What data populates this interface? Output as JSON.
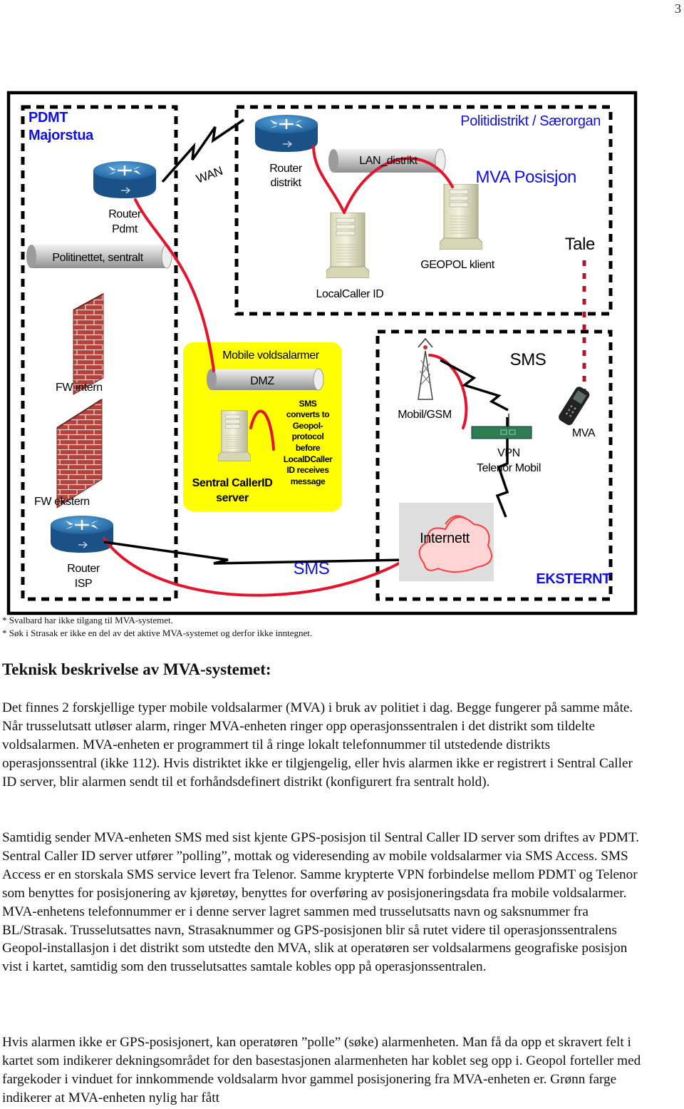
{
  "page_number": "3",
  "diagram": {
    "pdmt_title_line1": "PDMT",
    "pdmt_title_line2": "Majorstua",
    "district_title": "Politidistrikt / Særorgan",
    "mva_posisjon": "MVA Posisjon",
    "wan": "WAN",
    "router_distrikt_line1": "Router",
    "router_distrikt_line2": "distrikt",
    "lan_distrikt": "LAN_distrikt",
    "router_pdmt_line1": "Router",
    "router_pdmt_line2": "Pdmt",
    "politinettet": "Politinettet, sentralt",
    "geopol_klient": "GEOPOL klient",
    "tale": "Tale",
    "localcaller": "LocalCaller ID",
    "mobile_voldsalarmer": "Mobile voldsalarmer",
    "dmz": "DMZ",
    "sms_note": [
      "SMS",
      "converts to",
      "Geopol-",
      "protocol",
      "before",
      "LocalDCaller",
      "ID receives",
      "message"
    ],
    "sentral_callerid_line1": "Sentral CallerID",
    "sentral_callerid_line2": "server",
    "fw_intern": "FW intern",
    "fw_ekstern": "FW ekstern",
    "sms_top": "SMS",
    "mobil_gsm": "Mobil/GSM",
    "mva": "MVA",
    "vpn_line1": "VPN",
    "vpn_line2": "Telenor Mobil",
    "internett": "Internett",
    "router_isp_line1": "Router",
    "router_isp_line2": "ISP",
    "sms_bottom": "SMS",
    "eksternt": "EKSTERNT"
  },
  "footnotes": [
    "* Svalbard har ikke tilgang til MVA-systemet.",
    "* Søk i Strasak er ikke en del av det aktive MVA-systemet og derfor ikke inntegnet."
  ],
  "heading": "Teknisk beskrivelse av MVA-systemet:",
  "paragraphs": [
    "Det finnes 2 forskjellige typer mobile voldsalarmer (MVA) i bruk av politiet i dag.  Begge fungerer på samme måte. Når trusselutsatt utløser alarm, ringer MVA-enheten ringer opp operasjonssentralen i det distrikt som tildelte voldsalarmen. MVA-enheten er programmert til å ringe lokalt telefonnummer til utstedende distrikts operasjonssentral (ikke 112). Hvis distriktet ikke er tilgjengelig, eller hvis alarmen ikke er registrert i Sentral Caller ID server, blir alarmen sendt til et forhåndsdefinert distrikt (konfigurert fra sentralt hold).",
    "Samtidig sender MVA-enheten SMS med sist kjente GPS-posisjon til Sentral Caller ID server som driftes av PDMT. Sentral Caller ID server utfører ”polling”, mottak og videresending av mobile voldsalarmer via SMS Access. SMS Access er en storskala SMS service levert fra Telenor. Samme krypterte VPN forbindelse mellom PDMT og Telenor som benyttes for posisjonering av kjøretøy, benyttes for overføring av posisjoneringsdata fra mobile voldsalarmer. MVA-enhetens telefonnummer er i denne server lagret sammen med trusselutsatts navn og saksnummer fra BL/Strasak. Trusselutsattes navn, Strasaknummer og GPS-posisjonen blir så rutet videre til operasjonssentralens Geopol-installasjon i det distrikt som utstedte den MVA, slik at operatøren ser voldsalarmens geografiske posisjon vist i kartet, samtidig som den trusselutsattes samtale kobles opp på operasjonssentralen.",
    "Hvis alarmen ikke er GPS-posisjonert, kan operatøren ”polle” (søke) alarmenheten. Man få da opp et skravert felt i kartet som indikerer dekningsområdet for den basestasjonen alarmenheten har koblet seg opp i. Geopol forteller med fargekoder i vinduet for innkommende voldsalarm hvor gammel posisjonering fra MVA-enheten er. Grønn farge indikerer at MVA-enheten nylig har fått"
  ]
}
